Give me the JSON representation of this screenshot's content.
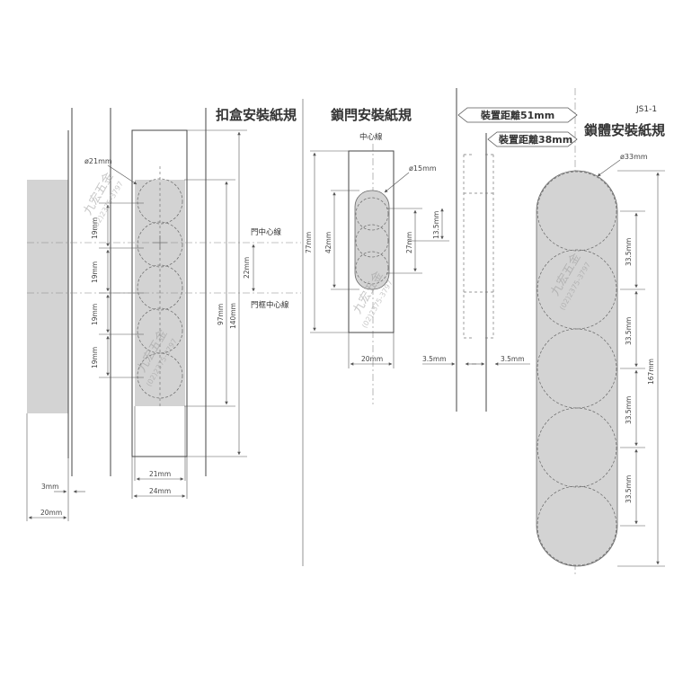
{
  "sheet_code": "JS1-1",
  "sections": {
    "strike": {
      "title": "扣盒安裝紙規",
      "hole_diameter": "ø21mm",
      "pitch_labels": [
        "19mm",
        "19mm",
        "19mm",
        "19mm"
      ],
      "door_center_label": "門中心線",
      "frame_center_label": "門框中心線",
      "offset_22": "22mm",
      "length_97": "97mm",
      "length_140": "140mm",
      "width_21": "21mm",
      "width_24": "24mm",
      "gap_3": "3mm",
      "thickness_20": "20mm"
    },
    "latch": {
      "title": "鎖閂安裝紙規",
      "center_label": "中心線",
      "hole_diameter": "ø15mm",
      "length_77": "77mm",
      "length_42": "42mm",
      "length_27": "27mm",
      "length_13_5": "13.5mm",
      "width_20": "20mm",
      "gap_left": "3.5mm",
      "gap_right": "3.5mm"
    },
    "body": {
      "title": "鎖體安裝紙規",
      "backset_51": "裝置距離51mm",
      "backset_38": "裝置距離38mm",
      "hole_diameter": "ø33mm",
      "pitch_labels": [
        "33.5mm",
        "33.5mm",
        "33.5mm",
        "33.5mm"
      ],
      "total_167": "167mm"
    }
  },
  "watermark": {
    "name": "九宏五金",
    "phone": "(02)2375-3797"
  }
}
